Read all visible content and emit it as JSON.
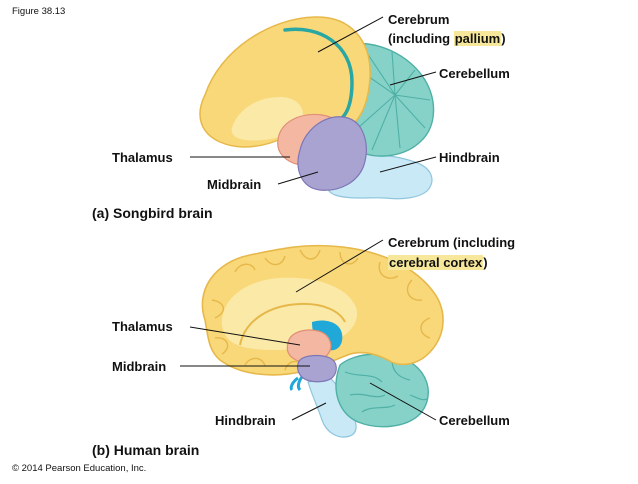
{
  "figure_label": "Figure 38.13",
  "copyright": "© 2014 Pearson Education, Inc.",
  "songbird": {
    "caption": "(a) Songbird brain",
    "labels": {
      "cerebrum_line1": "Cerebrum",
      "cerebrum_line2_prefix": "(including ",
      "cerebrum_line2_highlight": "pallium",
      "cerebrum_line2_suffix": ")",
      "cerebellum": "Cerebellum",
      "hindbrain": "Hindbrain",
      "thalamus": "Thalamus",
      "midbrain": "Midbrain"
    }
  },
  "human": {
    "caption": "(b) Human brain",
    "labels": {
      "cerebrum_line1": "Cerebrum (including",
      "cerebrum_line2_highlight": "cerebral cortex",
      "cerebrum_line2_suffix": ")",
      "thalamus": "Thalamus",
      "midbrain": "Midbrain",
      "hindbrain": "Hindbrain",
      "cerebellum": "Cerebellum"
    }
  },
  "colors": {
    "cerebrum": "#f9d87a",
    "cerebrum_light": "#fbe9a8",
    "cerebellum": "#86d2c8",
    "hindbrain": "#c9e9f6",
    "thalamus": "#f4b8a2",
    "midbrain": "#a9a3d2",
    "pallium_stroke": "#2aa7a3",
    "highlight": "#f6e79a"
  }
}
